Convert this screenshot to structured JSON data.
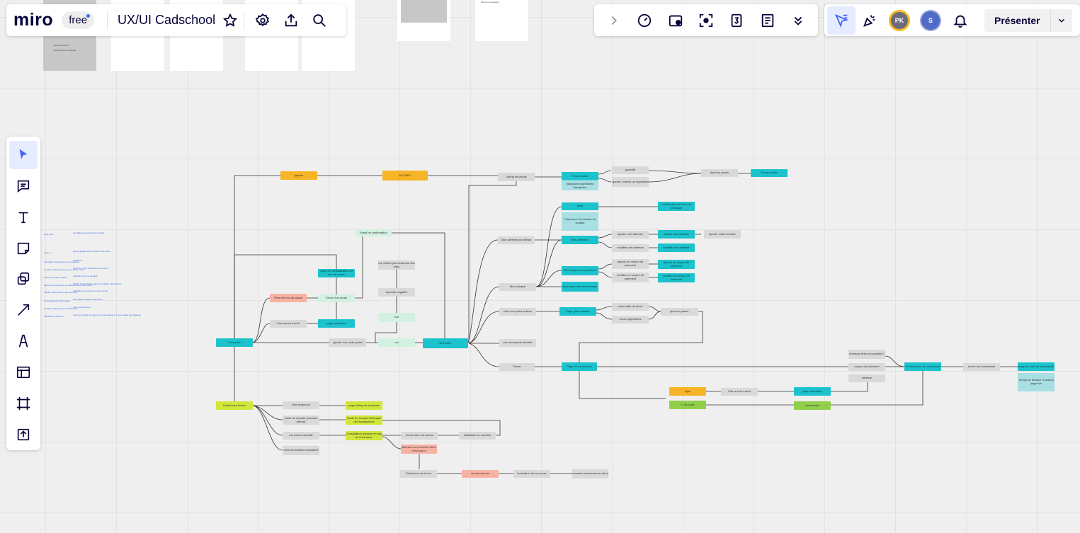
{
  "app": {
    "logo": "miro",
    "plan": "free",
    "board_title": "UX/UI Cadschool",
    "present_label": "Présenter",
    "avatars": [
      "PK",
      "S"
    ],
    "colors": {
      "accent": "#4262ff",
      "brand_text": "#050038",
      "avatar_pk": "#f3b821",
      "avatar_s": "#4f6bc6"
    }
  },
  "top_left_icons": [
    "star-icon",
    "settings-icon",
    "share-icon",
    "search-icon"
  ],
  "top_mid_icons": [
    "chevron-right-icon",
    "timer-icon",
    "card-icon",
    "focus-icon",
    "timer-number-icon",
    "notes-icon",
    "double-chevron-down-icon"
  ],
  "top_right_icons": [
    "cursor-icon",
    "celebrate-icon",
    "bell-icon",
    "chevron-down-icon"
  ],
  "toolbar_tools": [
    "select-tool",
    "comment-tool",
    "text-tool",
    "sticky-note-tool",
    "shape-tool",
    "line-tool",
    "pen-tool",
    "frame-template-tool",
    "frame-tool",
    "upload-tool"
  ],
  "frames": {
    "top_left_text_1": "Bonsoirir merci!",
    "top_left_text_2": "Ecrire ceci sur le passe",
    "top_right_text": "Tarris commentaire"
  },
  "side_notes": [
    "fiche piste",
    "Les Rigacos de pizza de produits",
    "pass la",
    "passe qualité pour le parcours de pizza",
    "Vouxalale d'oeupcleme se de qualités",
    "Bestamet",
    "Livraison d'une pizza en cours Bonne idée",
    "Optimum et les produits et connexion",
    "Vente de vendeur sparts",
    "produits sur de la quantité",
    "Ajout de commentaire au partie de votre command",
    "Valider l'étape finale page avec Valider informations",
    "Valider l'étape finale page avec prix",
    "Indication des pizzas à la commande",
    "Commande de confirmation",
    "Informations finales commande",
    "Livraison dans la pizza Confirmation",
    "avec et les livreurs",
    "Validation & livraison",
    "Gérer le nombre de notes de la commande et mis en place des logiques"
  ],
  "nodes": {
    "ignorer": "ignorer",
    "accueil_top": "ACCUEIL",
    "listing_pizzas": "Listing de pizzas",
    "pizza_choisie": "Pizza choisie",
    "listing_ingredients": "listing des ingrédients allergènes",
    "quantite": "quantité",
    "ajouter_enlever": "ajouter, enlever un ingrédient",
    "ajout_panier_1": "Ajout au panier",
    "pizza_choisie_2": "Pizza choisie",
    "infos": "Infos",
    "confirmation_envoi": "Confirmation d'envoi du message",
    "telephone_form": "Téléphone Formulaire de contact",
    "mes_adresses": "Mes adresses",
    "ajouter_adresse": "ajouter une adresse",
    "ajouter_adresse_2": "Ajouter une adresse",
    "ajouter_code": "ajouter code d'entrée",
    "modifier_adresse": "modifier une adresse",
    "modifier_adresse_2": "modifier une adresse",
    "mon_adresse_defaut": "Mon adresse par défaut",
    "moyens_paiement": "Mes moyens de paiement",
    "ajouter_moyen": "ajouter un moyen de paiement",
    "ajouter_moyen_2": "Ajouter un moyen de paiement",
    "modifier_moyen": "modifier un moyen de paiement",
    "modifier_moyen_2": "modifier un moyen de paiement",
    "historique": "historique des commandes",
    "mon_compte": "Mon compte",
    "creer_pizza": "créer ma pizza custom",
    "page_pizza_custom": "Page pizza custom",
    "choix_taille": "choix taille de pizza",
    "choix_ingredients": "Choix ingrédients",
    "ajout_panier_2": "ajout au panier",
    "commande_actuelle": "ma commande actuelle",
    "panier": "Panier",
    "page_commande": "Page de commande",
    "email_confirmation": "Email de confirmation",
    "verif_email": "me vérifier par email une fois éligo",
    "reponse_negative": "réponse négative",
    "non": "non",
    "oui": "oui",
    "page_reinit": "page de réinitialisation du mot de passe",
    "perte_mdp": "Perte de mot de passe",
    "envoi_email": "Envoi d'un email",
    "pas_encore_inscrit_1": "Pas encore inscrit",
    "page_inscription_1": "page inscription",
    "connexion": "Connexion",
    "ajouter_code_postal": "ajouter son code postal",
    "accueil_mid": "ACCUEIL",
    "livraison_domicile": "livraison direct ou possible?",
    "moyen_paiement_check": "moyen de paiement",
    "adresse": "adresse",
    "confirmation_commande": "Confirmation de commande",
    "suivre_commande": "suivre ma commande",
    "page_suivi": "page de suivi de commande",
    "temps_livraison": "Temps de livraison Tracking page live",
    "login": "login",
    "pas_encore_inscrit_2": "Pas encore inscrit",
    "page_inscription_2": "page inscription",
    "deja_code": "1 clic code",
    "commande": "commande",
    "dashboard_livreur": "Dashboard livreur",
    "mes_livraisons": "Mes livraisons",
    "page_listing_livraisons": "page listing de livraisons",
    "solde_compte": "solde du compte (montant affiché)",
    "solde_historique": "Solde du compte historique des transactions",
    "course_actuelle": "ma course actuelle",
    "consultation_adresse": "Consultation adresse et map de la livraison",
    "terminer_course": "J'ai terminé ma course",
    "validation_montant": "Validation du montant",
    "adresse_introuvable": "Adresse non trouvée/ client n'est pas là",
    "mes_infos_bancaires": "mes informations bancaires",
    "telephone_livreur": "Téléphone du livreur",
    "ne_repond_pas": "ne répond pas",
    "annulation_course": "annulation de la course",
    "montant_rembourse": "montant remboursé au client"
  }
}
